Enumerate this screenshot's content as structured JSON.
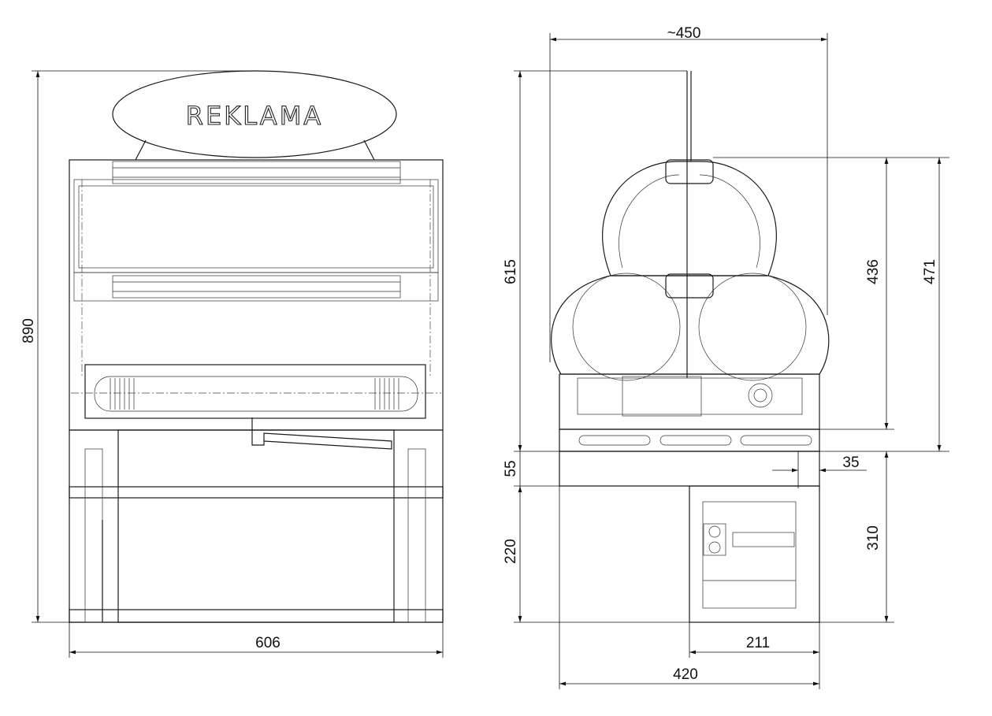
{
  "front_view": {
    "sign_text": "REKLAMA",
    "height_label": "890",
    "width_label": "606"
  },
  "side_view": {
    "top_width_label": "~450",
    "total_height_label": "615",
    "dome_height_label": "436",
    "dome_plus_base_label": "471",
    "base_height_label": "55",
    "offset_label": "35",
    "cabinet_height_label": "220",
    "stand_height_label": "310",
    "cabinet_width_label": "211",
    "base_width_label": "420"
  }
}
